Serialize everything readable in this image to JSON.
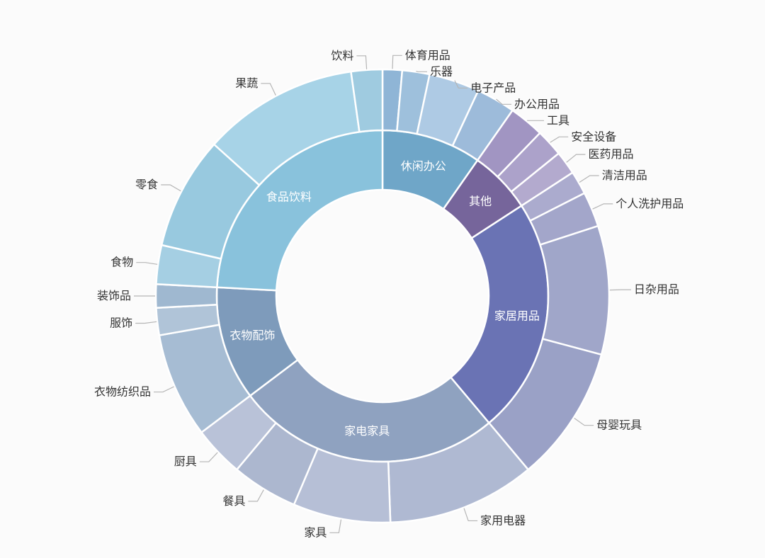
{
  "page": {
    "background_color": "#fbfbfb"
  },
  "chart_data": {
    "type": "sunburst",
    "rings": 2,
    "title": "",
    "unit": "degrees (arc extent, estimated; clockwise from top)",
    "start_angle": 0,
    "direction": "clockwise",
    "legend_position": "none",
    "grid": false,
    "inner_label_color": "#ffffff",
    "outer_label_color": "#333333",
    "leader_line_color": "#b5b5b5",
    "series": [
      {
        "name": "休闲办公",
        "value": 35,
        "color": "#6FA6C8",
        "children": [
          {
            "name": "体育用品",
            "value": 5,
            "color": "#8FB5D6"
          },
          {
            "name": "乐器",
            "value": 7,
            "color": "#9EC0DC"
          },
          {
            "name": "电子产品",
            "value": 13,
            "color": "#AECAE4"
          },
          {
            "name": "办公用品",
            "value": 10,
            "color": "#9DBBDA"
          }
        ]
      },
      {
        "name": "其他",
        "value": 22,
        "color": "#76659B",
        "children": [
          {
            "name": "工具",
            "value": 9,
            "color": "#A195C2"
          },
          {
            "name": "安全设备",
            "value": 7,
            "color": "#ACA2CA"
          },
          {
            "name": "医药用品",
            "value": 6,
            "color": "#B3AACE"
          }
        ]
      },
      {
        "name": "家居用品",
        "value": 83,
        "color": "#6A73B4",
        "children": [
          {
            "name": "清洁用品",
            "value": 6,
            "color": "#ABABCE"
          },
          {
            "name": "个人洗护用品",
            "value": 9,
            "color": "#A3A6CA"
          },
          {
            "name": "日杂用品",
            "value": 33,
            "color": "#A0A6C9"
          },
          {
            "name": "母婴玩具",
            "value": 35,
            "color": "#9AA1C6"
          }
        ]
      },
      {
        "name": "家电家具",
        "value": 93,
        "color": "#8FA2C0",
        "children": [
          {
            "name": "家用电器",
            "value": 38,
            "color": "#AFB9D2"
          },
          {
            "name": "家具",
            "value": 25,
            "color": "#B6BFD6"
          },
          {
            "name": "餐具",
            "value": 17,
            "color": "#ACB7CF"
          },
          {
            "name": "厨具",
            "value": 13,
            "color": "#B9C2D8"
          }
        ]
      },
      {
        "name": "衣物配饰",
        "value": 40,
        "color": "#7E9BBB",
        "children": [
          {
            "name": "衣物纺织品",
            "value": 27,
            "color": "#A6BCD3"
          },
          {
            "name": "服饰",
            "value": 7,
            "color": "#B0C4D8"
          },
          {
            "name": "装饰品",
            "value": 6,
            "color": "#9FB8D0"
          }
        ]
      },
      {
        "name": "食品饮料",
        "value": 87,
        "color": "#89C2DC",
        "children": [
          {
            "name": "食物",
            "value": 10,
            "color": "#A5CFE3"
          },
          {
            "name": "零食",
            "value": 29,
            "color": "#98C9DF"
          },
          {
            "name": "果蔬",
            "value": 40,
            "color": "#A7D3E7"
          },
          {
            "name": "饮料",
            "value": 8,
            "color": "#9FCBE0"
          }
        ]
      }
    ]
  }
}
